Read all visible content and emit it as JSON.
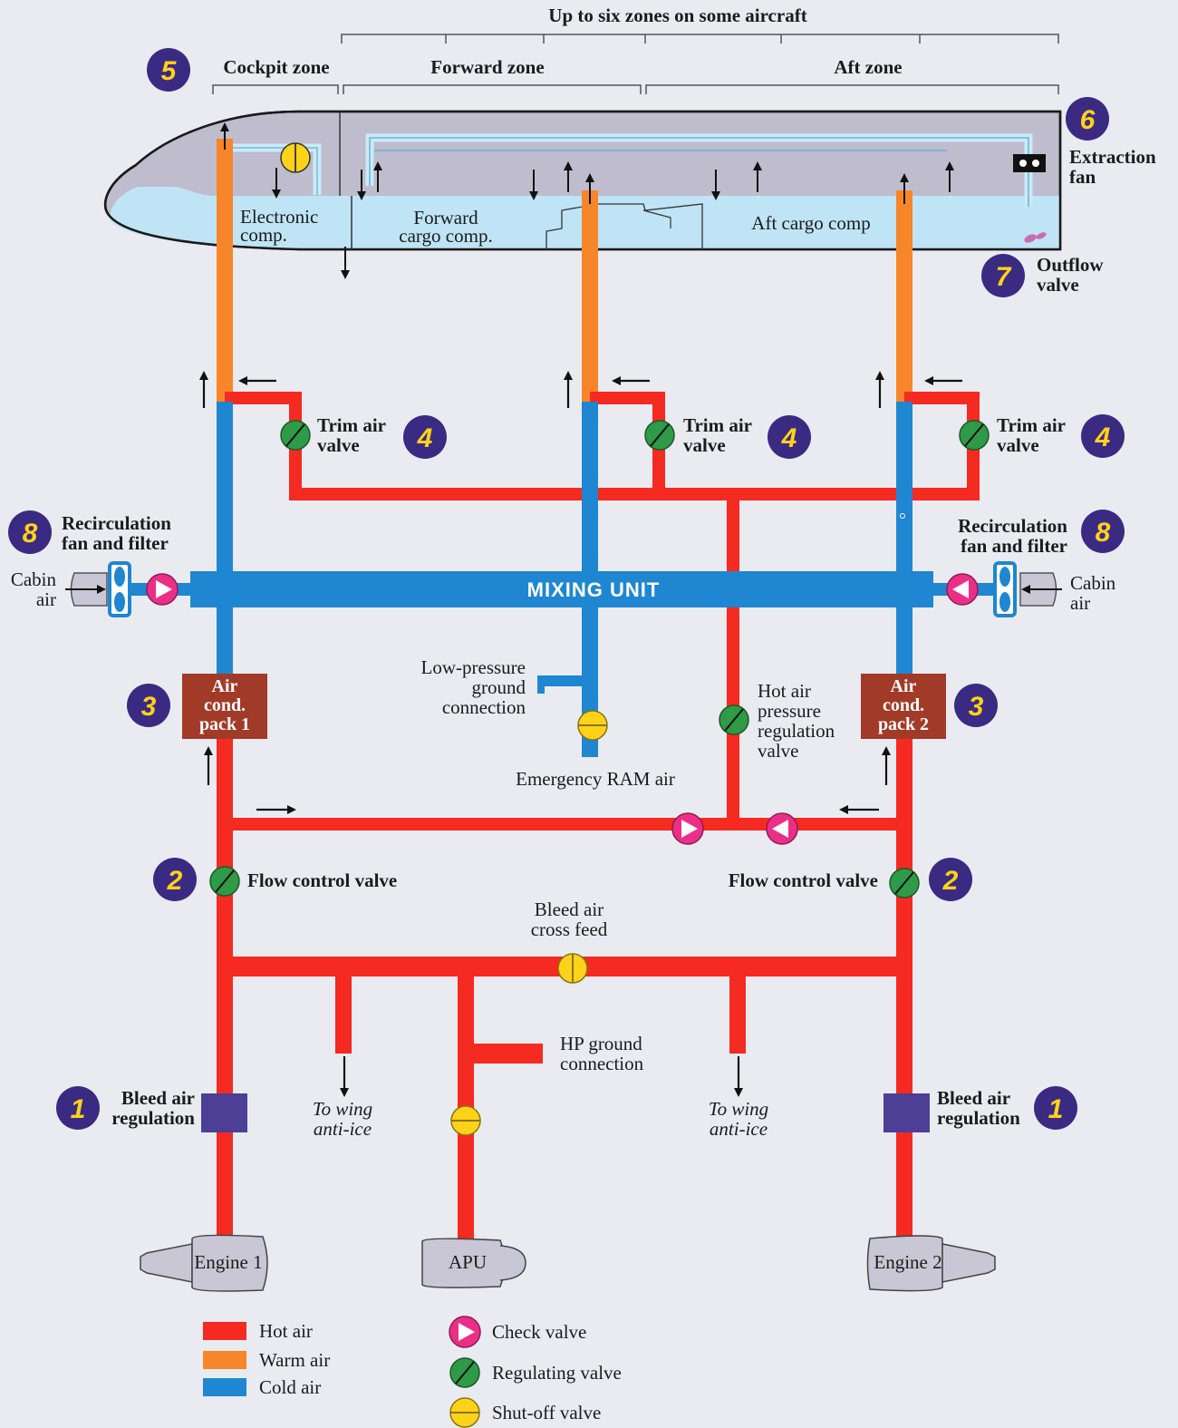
{
  "colors": {
    "hot_air": "#f52a20",
    "warm_air": "#f7862a",
    "cold_air": "#1f86d1",
    "check_valve": "#ec2f86",
    "regulating_valve": "#2f9a47",
    "shutoff_valve": "#ffd21a",
    "badge": "#3b2a82",
    "pack": "#a23a28",
    "bleed_regulator": "#4d3e96"
  },
  "zones": {
    "header": "Up to six zones on some aircraft",
    "cockpit": "Cockpit zone",
    "forward": "Forward zone",
    "aft": "Aft zone"
  },
  "compartments": {
    "electronic": [
      "Electronic",
      "comp."
    ],
    "forward_cargo": [
      "Forward",
      "cargo comp."
    ],
    "aft_cargo": "Aft cargo comp"
  },
  "badges": {
    "bleed": "1",
    "flow": "2",
    "pack": "3",
    "trim": "4",
    "zones": "5",
    "extraction": "6",
    "outflow": "7",
    "recirc": "8"
  },
  "labels": {
    "extraction_fan": [
      "Extraction",
      "fan"
    ],
    "outflow_valve": [
      "Outflow",
      "valve"
    ],
    "trim_air_valve": [
      "Trim air",
      "valve"
    ],
    "recirculation": [
      "Recirculation",
      "fan and filter"
    ],
    "cabin_air": [
      "Cabin",
      "air"
    ],
    "mixing_unit": "MIXING UNIT",
    "pack1": [
      "Air",
      "cond.",
      "pack 1"
    ],
    "pack2": [
      "Air",
      "cond.",
      "pack 2"
    ],
    "low_pressure_ground": [
      "Low-pressure",
      "ground",
      "connection"
    ],
    "emergency_ram": "Emergency RAM air",
    "hot_air_prv": [
      "Hot air",
      "pressure",
      "regulation",
      "valve"
    ],
    "flow_control_valve": "Flow control valve",
    "bleed_cross_feed": [
      "Bleed air",
      "cross feed"
    ],
    "hp_ground": [
      "HP ground",
      "connection"
    ],
    "wing_anti_ice": [
      "To wing",
      "anti-ice"
    ],
    "bleed_regulation": [
      "Bleed air",
      "regulation"
    ],
    "engine1": "Engine 1",
    "apu": "APU",
    "engine2": "Engine 2"
  },
  "legend": {
    "hot": "Hot air",
    "warm": "Warm air",
    "cold": "Cold air",
    "check": "Check valve",
    "regulating": "Regulating valve",
    "shutoff": "Shut-off valve"
  }
}
